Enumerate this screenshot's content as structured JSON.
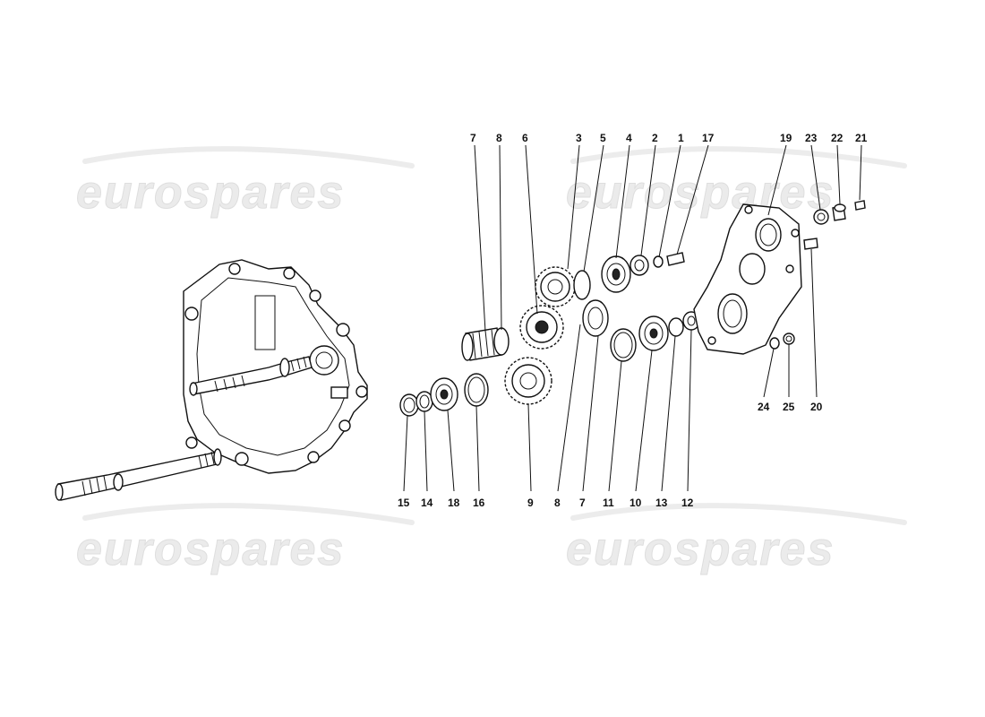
{
  "watermark": {
    "text": "eurospares"
  },
  "callouts": {
    "top": [
      "7",
      "8",
      "6",
      "3",
      "5",
      "4",
      "2",
      "1",
      "17",
      "19",
      "23",
      "22",
      "21"
    ],
    "bottom": [
      "15",
      "14",
      "18",
      "16",
      "9",
      "8",
      "7",
      "11",
      "10",
      "13",
      "12",
      "24",
      "25",
      "20"
    ]
  }
}
